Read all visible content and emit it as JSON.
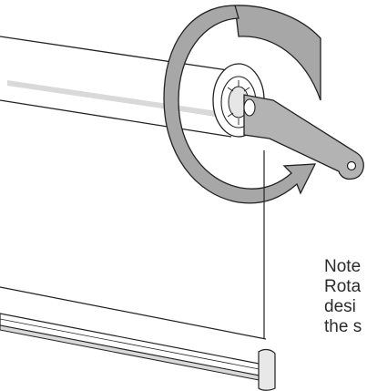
{
  "note": {
    "lines": [
      "Note",
      "Rota",
      "desi",
      "the s"
    ]
  },
  "colors": {
    "arrow_fill": "#a7a7a7",
    "wand_fill": "#b3b3b3",
    "outline": "#222222",
    "shade_shadow": "#d9d9d9"
  }
}
